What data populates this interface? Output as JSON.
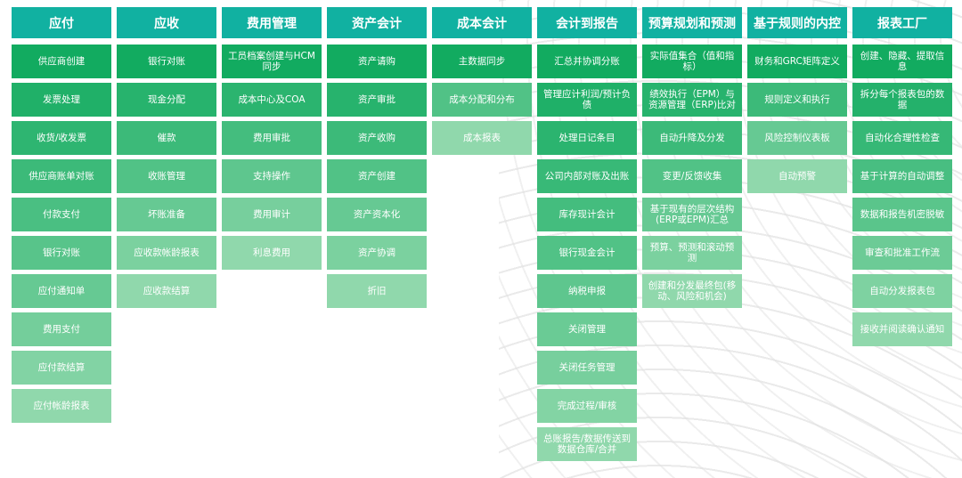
{
  "palette": {
    "header_bg": "#11b1a1",
    "cell_color_top": "#12ab60",
    "cell_color_bottom": "#90d8ac",
    "text_color": "#ffffff",
    "pattern_line_color": "#e5e5e5",
    "page_bg": "#ffffff"
  },
  "columns": [
    {
      "title": "应付",
      "items": [
        "供应商创建",
        "发票处理",
        "收货/收发票",
        "供应商账单对账",
        "付款支付",
        "银行对账",
        "应付通知单",
        "费用支付",
        "应付款结算",
        "应付帐龄报表"
      ]
    },
    {
      "title": "应收",
      "items": [
        "银行对账",
        "现金分配",
        "催款",
        "收账管理",
        "坏账准备",
        "应收款帐龄报表",
        "应收款结算"
      ]
    },
    {
      "title": "费用管理",
      "items": [
        "工员档案创建与HCM同步",
        "成本中心及COA",
        "费用审批",
        "支持操作",
        "费用审计",
        "利息费用"
      ]
    },
    {
      "title": "资产会计",
      "items": [
        "资产请购",
        "资产审批",
        "资产收购",
        "资产创建",
        "资产资本化",
        "资产协调",
        "折旧"
      ]
    },
    {
      "title": "成本会计",
      "items": [
        "主数据同步",
        "成本分配和分布",
        "成本报表"
      ]
    },
    {
      "title": "会计到报告",
      "items": [
        "汇总并协调分账",
        "管理应计利润/预计负债",
        "处理日记条目",
        "公司内部对账及出账",
        "库存现计会计",
        "银行现金会计",
        "纳税申报",
        "关闭管理",
        "关闭任务管理",
        "完成过程/审核",
        "总账报告/数据传送到数据仓库/合并"
      ]
    },
    {
      "title": "预算规划和预测",
      "items": [
        "实际值集合（值和指标）",
        "绩效执行（EPM）与资源管理（ERP)比对",
        "自动升降及分发",
        "变更/反馈收集",
        "基于现有的层次结构(ERP或EPM)汇总",
        "预算、预测和滚动预测",
        "创建和分发最终包(移动、风险和机会)"
      ]
    },
    {
      "title": "基于规则的内控",
      "items": [
        "财务和GRC矩阵定义",
        "规则定义和执行",
        "风险控制仪表板",
        "自动预警"
      ]
    },
    {
      "title": "报表工厂",
      "items": [
        "创建、隐藏、提取信息",
        "拆分每个报表包的数据",
        "自动化合理性检查",
        "基于计算的自动调整",
        "数据和报告机密脱敏",
        "审查和批准工作流",
        "自动分发报表包",
        "接收并阅读确认通知"
      ]
    }
  ]
}
